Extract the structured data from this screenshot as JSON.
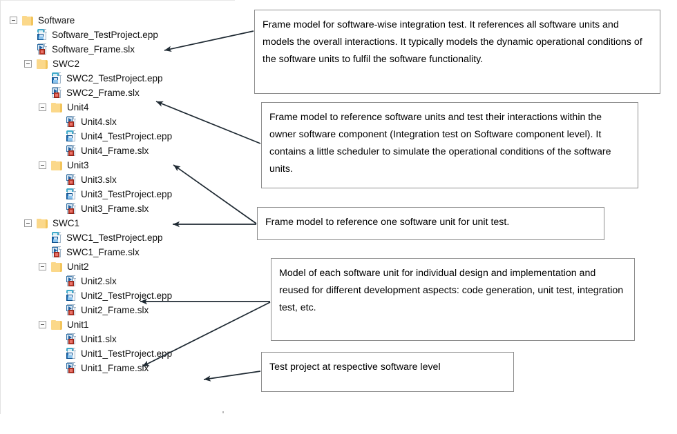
{
  "tree": {
    "rows": [
      {
        "indent": 0,
        "expander": true,
        "icon": "folder",
        "label": "Software"
      },
      {
        "indent": 1,
        "expander": false,
        "icon": "epp",
        "label": "Software_TestProject.epp"
      },
      {
        "indent": 1,
        "expander": false,
        "icon": "slx",
        "label": "Software_Frame.slx"
      },
      {
        "indent": 1,
        "expander": true,
        "icon": "folder",
        "label": "SWC2"
      },
      {
        "indent": 2,
        "expander": false,
        "icon": "epp",
        "label": "SWC2_TestProject.epp"
      },
      {
        "indent": 2,
        "expander": false,
        "icon": "slx",
        "label": "SWC2_Frame.slx"
      },
      {
        "indent": 2,
        "expander": true,
        "icon": "folder",
        "label": "Unit4"
      },
      {
        "indent": 3,
        "expander": false,
        "icon": "slx",
        "label": "Unit4.slx"
      },
      {
        "indent": 3,
        "expander": false,
        "icon": "epp",
        "label": "Unit4_TestProject.epp"
      },
      {
        "indent": 3,
        "expander": false,
        "icon": "slx",
        "label": "Unit4_Frame.slx"
      },
      {
        "indent": 2,
        "expander": true,
        "icon": "folder",
        "label": "Unit3"
      },
      {
        "indent": 3,
        "expander": false,
        "icon": "slx",
        "label": "Unit3.slx"
      },
      {
        "indent": 3,
        "expander": false,
        "icon": "epp",
        "label": "Unit3_TestProject.epp"
      },
      {
        "indent": 3,
        "expander": false,
        "icon": "slx",
        "label": "Unit3_Frame.slx"
      },
      {
        "indent": 1,
        "expander": true,
        "icon": "folder",
        "label": "SWC1"
      },
      {
        "indent": 2,
        "expander": false,
        "icon": "epp",
        "label": "SWC1_TestProject.epp"
      },
      {
        "indent": 2,
        "expander": false,
        "icon": "slx",
        "label": "SWC1_Frame.slx"
      },
      {
        "indent": 2,
        "expander": true,
        "icon": "folder",
        "label": "Unit2"
      },
      {
        "indent": 3,
        "expander": false,
        "icon": "slx",
        "label": "Unit2.slx"
      },
      {
        "indent": 3,
        "expander": false,
        "icon": "epp",
        "label": "Unit2_TestProject.epp"
      },
      {
        "indent": 3,
        "expander": false,
        "icon": "slx",
        "label": "Unit2_Frame.slx"
      },
      {
        "indent": 2,
        "expander": true,
        "icon": "folder",
        "label": "Unit1"
      },
      {
        "indent": 3,
        "expander": false,
        "icon": "slx",
        "label": "Unit1.slx"
      },
      {
        "indent": 3,
        "expander": false,
        "icon": "epp",
        "label": "Unit1_TestProject.epp"
      },
      {
        "indent": 3,
        "expander": false,
        "icon": "slx",
        "label": "Unit1_Frame.slx"
      }
    ]
  },
  "notes": {
    "note1": "Frame model for software-wise integration test. It references all software units and models the overall interactions. It typically models the dynamic operational conditions of the software units to fulfil the software functionality.",
    "note2": "Frame model to reference software units and test their interactions within the owner software component (Integration test on Software component level). It contains a little scheduler to simulate the operational conditions of the software units.",
    "note3": "Frame model to reference one software unit for unit test.",
    "note4": "Model of each software unit for individual design and implementation and reused for different development aspects: code generation, unit test, integration test, etc.",
    "note5": "Test project at respective software level"
  },
  "colors": {
    "folder": "#fbd88a",
    "slx_red": "#c0392b",
    "slx_blue": "#1d5f9e",
    "epp_blue": "#1f6fb5",
    "note_border": "#8d8d8d",
    "arrow": "#1f2a33"
  }
}
